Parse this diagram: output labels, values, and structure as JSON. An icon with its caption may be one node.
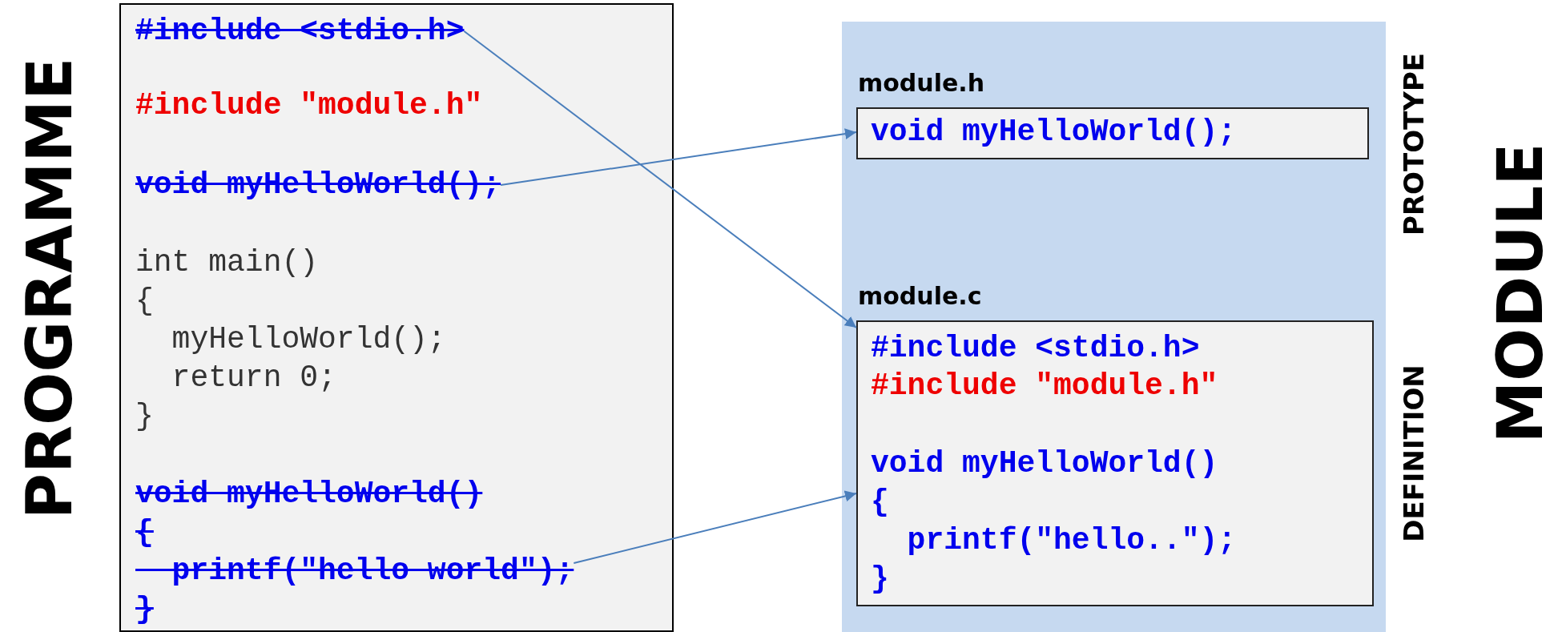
{
  "diagram": {
    "nodes": [
      {
        "text": [],
        "shape": "box"
      },
      {
        "text": [
          "#include <stdio.h>"
        ],
        "in": 0
      },
      {
        "text": [
          "#include \"module.h\""
        ],
        "in": 0
      },
      {
        "text": [
          "void myHelloWorld();"
        ],
        "in": 0
      },
      {
        "text": [
          "int main() { myHelloWorld(); return 0; }"
        ],
        "in": 0
      },
      {
        "text": [
          "void myHelloWorld() { printf(\"hello world\"); }"
        ],
        "in": 0
      },
      {
        "text": [],
        "shape": "box"
      },
      {
        "text": [
          "module.h",
          "void myHelloWorld();"
        ],
        "in": 6
      },
      {
        "text": [
          "module.c",
          "#include <stdio.h>",
          "#include \"module.h\"",
          "void myHelloWorld() { printf(\"hello..\"); }"
        ],
        "in": 6
      }
    ],
    "edges": [
      {
        "from": 1,
        "to": 8,
        "arrow": "to"
      },
      {
        "from": 3,
        "to": 7,
        "arrow": "to"
      },
      {
        "from": 5,
        "to": 8,
        "arrow": "to"
      }
    ],
    "labels": [
      "PROGRAMME",
      "PROTOTYPE",
      "DEFINITION",
      "MODULE"
    ]
  }
}
